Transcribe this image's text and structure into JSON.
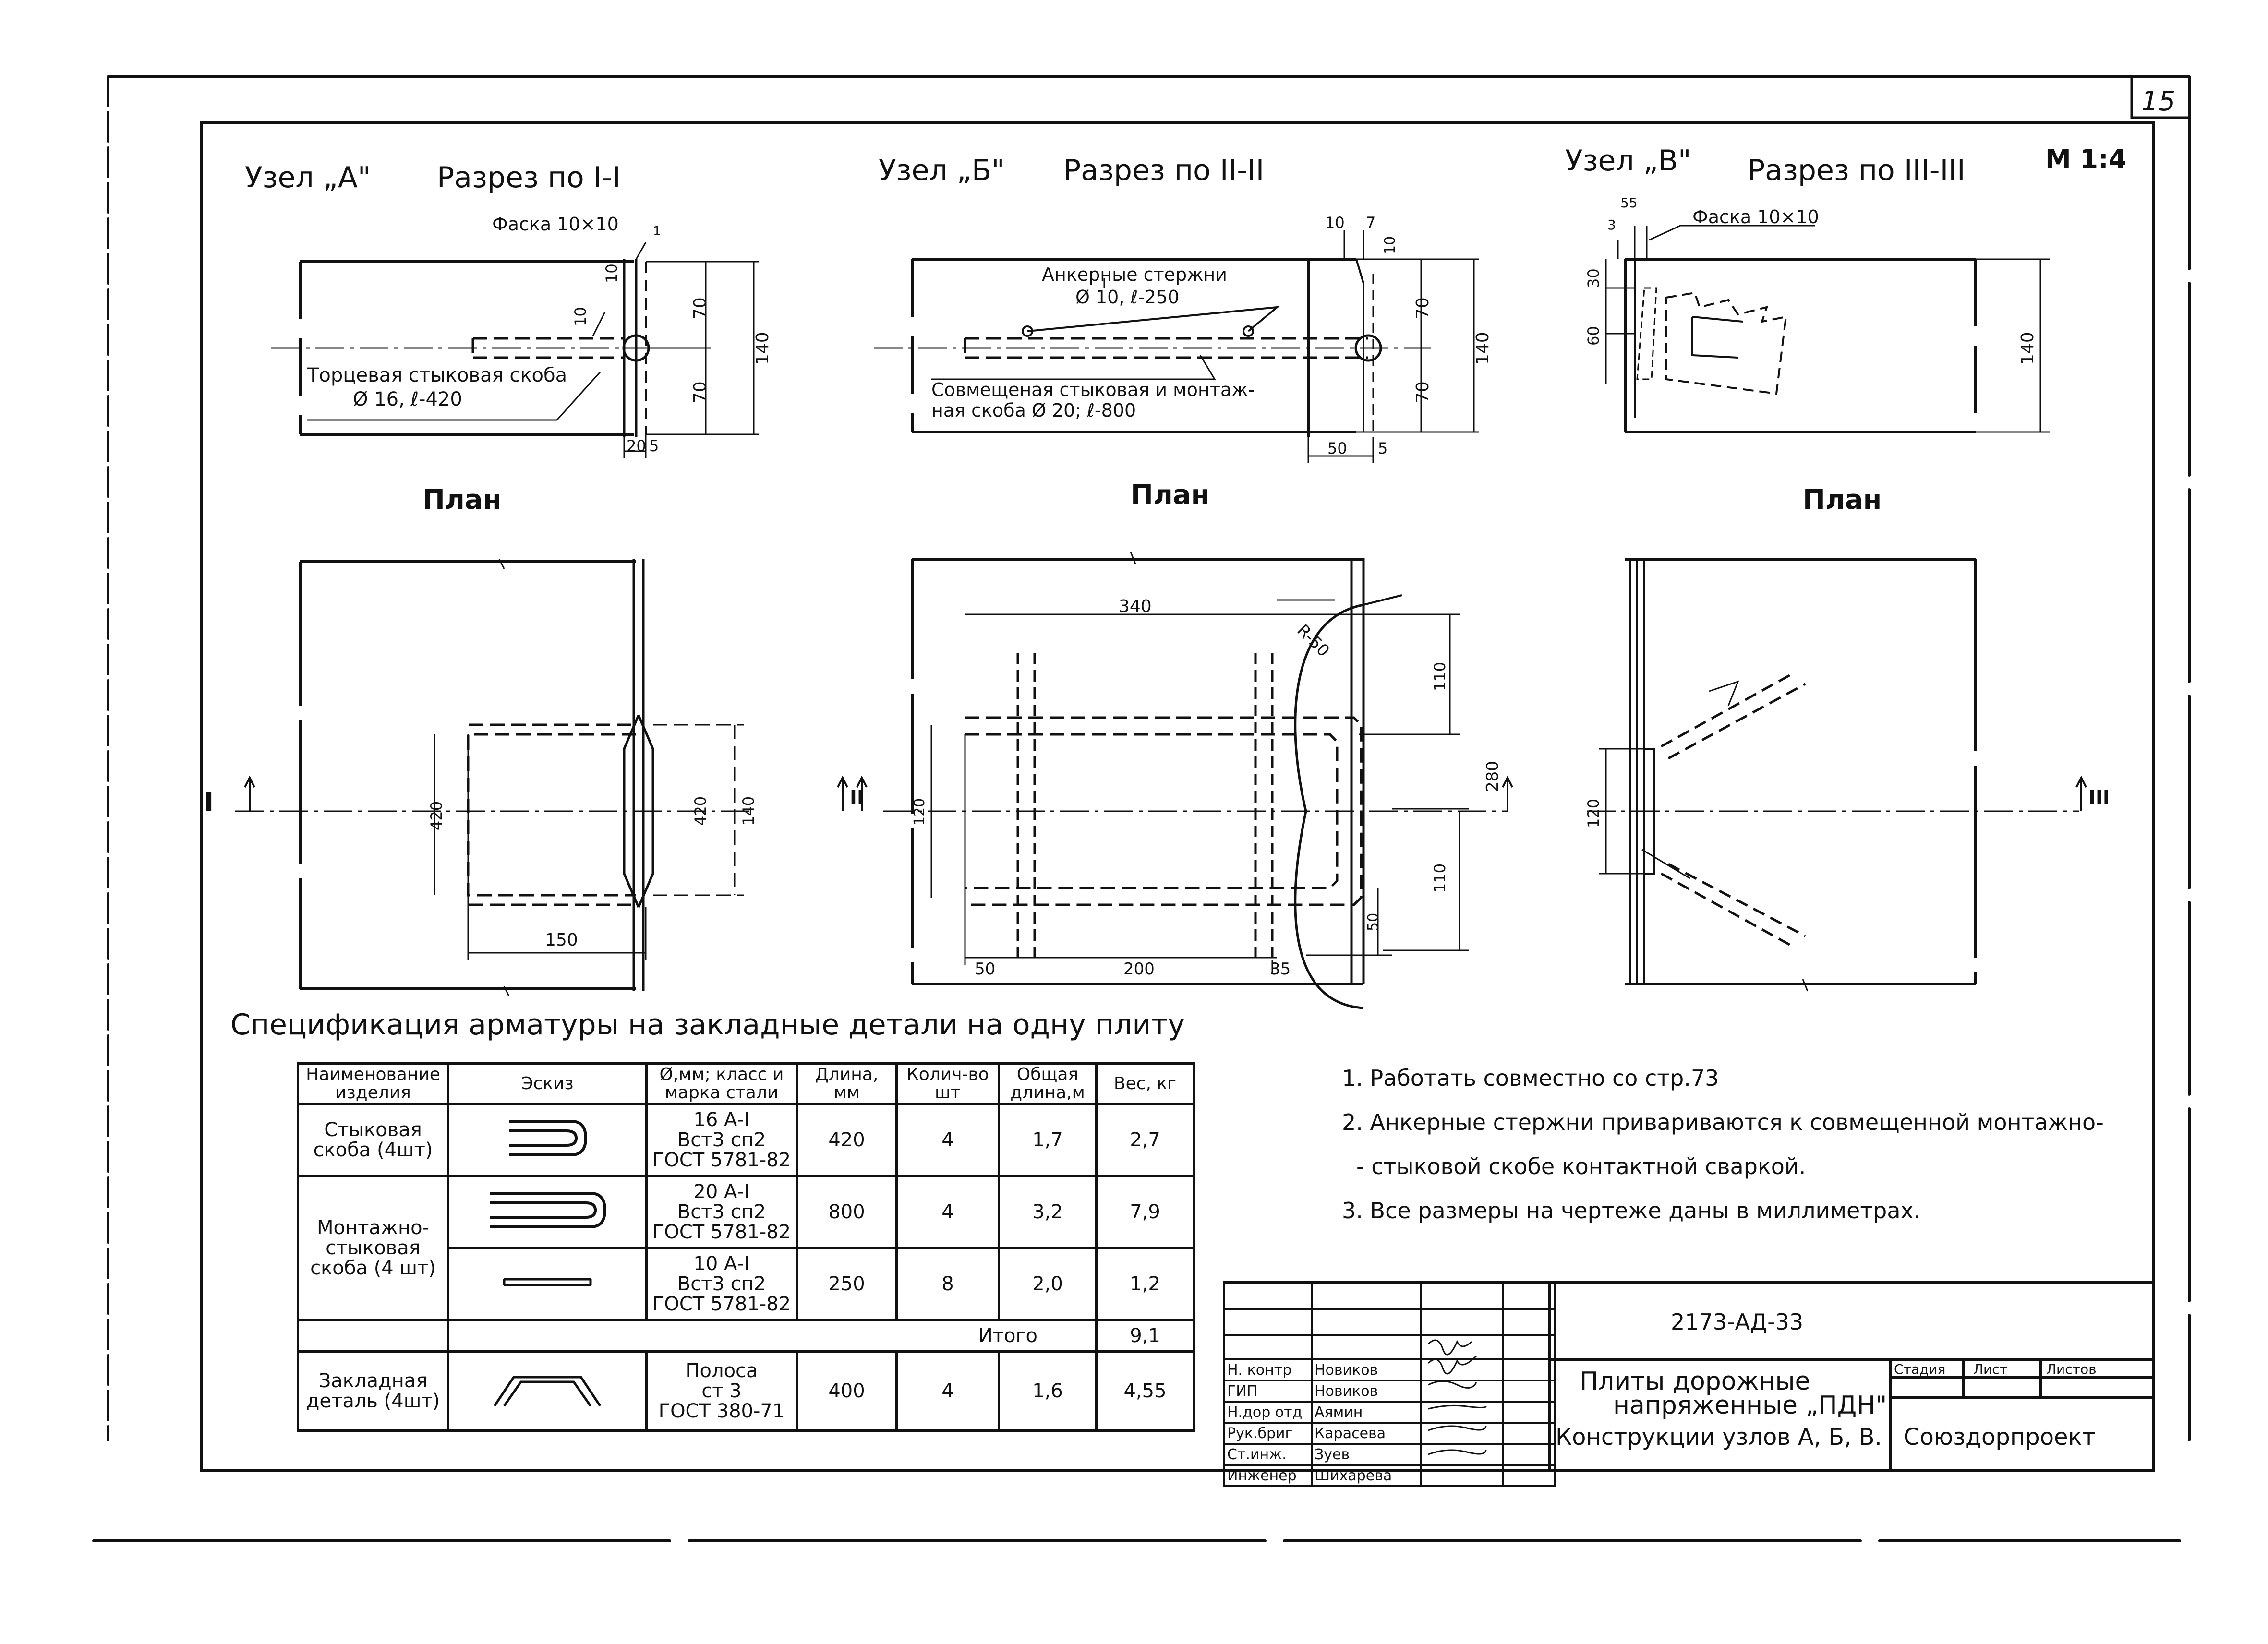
{
  "sheet": {
    "page_number": "15",
    "scale": "М 1:4"
  },
  "nodes": [
    {
      "title": "Узел „А\"",
      "section_title": "Разрез по I-I",
      "plan_title": "План",
      "section_labels": {
        "chamfer": "Фаска 10×10",
        "bar_line1": "Торцевая стыковая скоба",
        "bar_line2": "Ø 16, ℓ-420",
        "dim_top": "10",
        "dim_mid": "10",
        "dim_small": "1",
        "dim_70a": "70",
        "dim_70b": "70",
        "dim_140": "140",
        "dim_20": "20",
        "dim_5": "5"
      },
      "plan_labels": {
        "dim_420a": "420",
        "dim_420b": "420",
        "dim_140": "140",
        "dim_150": "150",
        "section_mark": "I"
      }
    },
    {
      "title": "Узел „Б\"",
      "section_title": "Разрез по II-II",
      "plan_title": "План",
      "section_labels": {
        "anchor_line1": "Анкерные стержни",
        "anchor_line2": "Ø 10, ℓ-250",
        "bar_line1": "Совмещеная стыковая и монтаж-",
        "bar_line2": "ная скоба Ø 20; ℓ-800",
        "dim_10": "10",
        "dim_7": "7",
        "dim_10b": "10",
        "dim_70a": "70",
        "dim_70b": "70",
        "dim_140": "140",
        "dim_50": "50",
        "dim_5": "5"
      },
      "plan_labels": {
        "dim_340": "340",
        "dim_r50": "R-50",
        "dim_110a": "110",
        "dim_110b": "110",
        "dim_280": "280",
        "dim_120": "120",
        "dim_50a": "50",
        "dim_50b": "50",
        "dim_200": "200",
        "dim_35": "35",
        "section_mark": "II"
      }
    },
    {
      "title": "Узел „В\"",
      "section_title": "Разрез по III-III",
      "plan_title": "План",
      "section_labels": {
        "chamfer": "Фаска 10×10",
        "dim_55": "55",
        "dim_3": "3",
        "dim_30": "30",
        "dim_60": "60",
        "dim_140": "140"
      },
      "plan_labels": {
        "dim_120": "120",
        "section_mark": "III"
      }
    }
  ],
  "spec": {
    "title": "Спецификация арматуры на закладные детали на одну плиту",
    "headers": [
      "Наименование изделия",
      "Эскиз",
      "Ø,мм; класс и марка стали",
      "Длина, мм",
      "Колич-во шт",
      "Общая длина,м",
      "Вес, кг"
    ],
    "rows": [
      {
        "name": "Стыковая скоба (4шт)",
        "steel": [
          "16 А-I",
          "Вст3 сп2",
          "ГОСТ 5781-82"
        ],
        "length": "420",
        "qty": "4",
        "total": "1,7",
        "weight": "2,7"
      },
      {
        "name": "Монтажно-стыковая скоба (4 шт)",
        "steel": [
          "20 А-I",
          "Вст3 сп2",
          "ГОСТ 5781-82"
        ],
        "length": "800",
        "qty": "4",
        "total": "3,2",
        "weight": "7,9"
      },
      {
        "name": "",
        "steel": [
          "10 А-I",
          "Вст3 сп2",
          "ГОСТ 5781-82"
        ],
        "length": "250",
        "qty": "8",
        "total": "2,0",
        "weight": "1,2"
      },
      {
        "name": "Закладная деталь (4шт)",
        "steel": [
          "Полоса",
          "ст 3",
          "ГОСТ 380-71"
        ],
        "length": "400",
        "qty": "4",
        "total": "1,6",
        "weight": "4,55"
      }
    ],
    "total_label": "Итого",
    "total_value": "9,1"
  },
  "notes": [
    "1. Работать совместно со  стр.73",
    "2. Анкерные стержни привариваются к совмещенной монтажно-",
    "   - стыковой скобе контактной сваркой.",
    "3. Все размеры на чертеже даны в миллиметрах."
  ],
  "stamp": {
    "code": "2173-АД-33",
    "title_line1": "Плиты дорожные",
    "title_line2": "напряженные „ПДН\"",
    "subtitle": "Конструкции узлов А, Б, В.",
    "org": "Союздорпроект",
    "stage_headers": [
      "Стадия",
      "Лист",
      "Листов"
    ],
    "people": [
      {
        "role": "Н. контр",
        "name": "Новиков"
      },
      {
        "role": "ГИП",
        "name": "Новиков"
      },
      {
        "role": "Н.дор отд",
        "name": "Аямин"
      },
      {
        "role": "Рук.бриг",
        "name": "Карасева"
      },
      {
        "role": "Ст.инж.",
        "name": "Зуев"
      },
      {
        "role": "Инженер",
        "name": "Шихарева"
      }
    ]
  }
}
